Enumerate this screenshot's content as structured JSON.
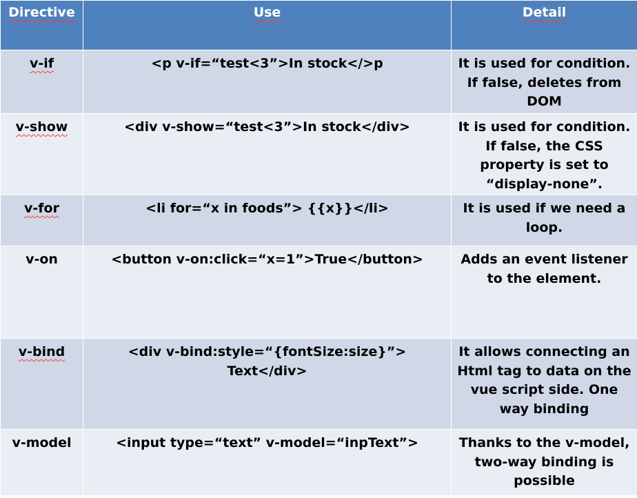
{
  "headers": [
    "Directive",
    "Use",
    "Detail"
  ],
  "rows": [
    {
      "directive": "v-if",
      "use": "<p v-if=“test<3”>In stock</>p",
      "detail": "It is used for condition. If false, deletes from DOM"
    },
    {
      "directive": "v-show",
      "use": "<div v-show=“test<3”>In stock</div>",
      "detail": "It is used for condition. If false, the CSS property is set to “display-none”."
    },
    {
      "directive": "v-for",
      "use": "<li for=“x in foods”> {{x}}</li>",
      "detail": "It is used if we need a loop."
    },
    {
      "directive": "v-on",
      "use": "<button v-on:click=“x=1”>True</button>",
      "detail": "Adds an event listener to the element."
    },
    {
      "directive": "v-bind",
      "use": "<div v-bind:style=“{fontSize:size}”> Text</div>",
      "detail": "It allows connecting an Html tag to data on the vue script side. One way binding"
    },
    {
      "directive": "v-model",
      "use": "<input type=“text” v-model=“inpText”>",
      "detail": "Thanks to the v-model, two-way binding is possible"
    }
  ],
  "colors": {
    "header_bg": "#4f81bd",
    "row_dark": "#d0d8e8",
    "row_light": "#e9edf4",
    "spellcheck_underline": "#ff3b3b"
  }
}
